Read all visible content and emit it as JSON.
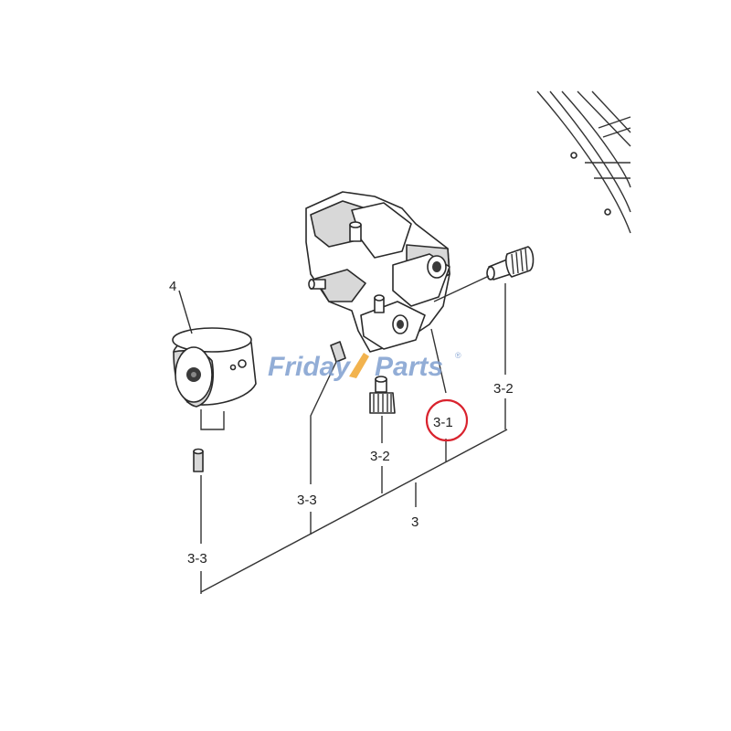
{
  "diagram": {
    "callouts": {
      "part_4": "4",
      "part_3_2_right": "3-2",
      "part_3_1": "3-1",
      "part_3_2_center": "3-2",
      "part_3_3_center": "3-3",
      "part_3": "3",
      "part_3_3_left": "3-3"
    },
    "highlight_color": "#d9232e",
    "line_color": "#333333"
  },
  "watermark": {
    "word1": "Friday",
    "word2": "Parts",
    "mark": "®",
    "color": "#7f9fd0",
    "accent_color": "#f0a630"
  }
}
